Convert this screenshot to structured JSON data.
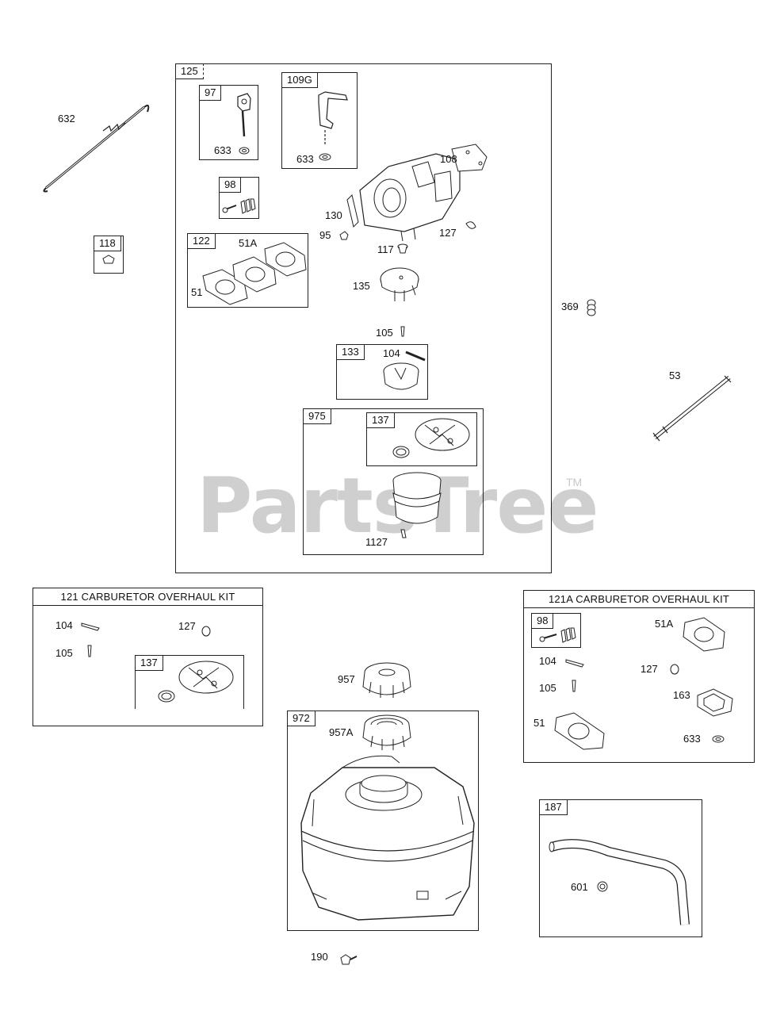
{
  "watermark": {
    "brand": "PartsTree",
    "trademark": "TM"
  },
  "groups": {
    "g125": "125",
    "g97": "97",
    "g109g": "109G",
    "g98": "98",
    "g122": "122",
    "g118": "118",
    "g133": "133",
    "g975": "975",
    "g137a": "137",
    "g972": "972",
    "g187": "187"
  },
  "kits": {
    "k121": {
      "title": "121 CARBURETOR OVERHAUL KIT",
      "sub": "137"
    },
    "k121a": {
      "title": "121A CARBURETOR OVERHAUL KIT",
      "sub": "98"
    }
  },
  "parts": {
    "p632": "632",
    "p633a": "633",
    "p633b": "633",
    "p108": "108",
    "p130": "130",
    "p95": "95",
    "p127a": "127",
    "p117": "117",
    "p51a": "51A",
    "p51": "51",
    "p135": "135",
    "p105a": "105",
    "p104a": "104",
    "p369": "369",
    "p53": "53",
    "p1127": "1127",
    "k121_104": "104",
    "k121_127": "127",
    "k121_105": "105",
    "k121a_51a": "51A",
    "k121a_104": "104",
    "k121a_127": "127",
    "k121a_105": "105",
    "k121a_163": "163",
    "k121a_51": "51",
    "k121a_633": "633",
    "p957": "957",
    "p957a": "957A",
    "p190": "190",
    "p601": "601"
  }
}
